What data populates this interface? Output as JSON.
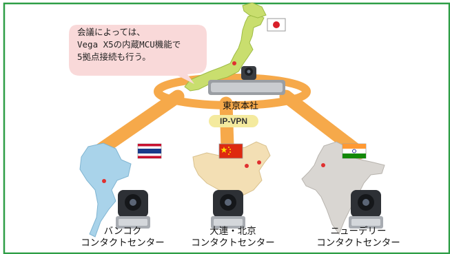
{
  "bubble": {
    "lines": [
      "会議によっては、",
      "Vega X5の内蔵MCU機能で",
      "5拠点接続も行う。"
    ]
  },
  "hq": {
    "label": "東京本社"
  },
  "network": {
    "label": "IP-VPN"
  },
  "sites": [
    {
      "line1": "バンコク",
      "line2": "コンタクトセンター"
    },
    {
      "line1": "大連・北京",
      "line2": "コンタクトセンター"
    },
    {
      "line1": "ニューデリー",
      "line2": "コンタクトセンター"
    }
  ],
  "colors": {
    "frame": "#2e9e46",
    "ring": "#f6a94a",
    "bubble": "#f9d9d9",
    "japan": "#c9de6e",
    "thailand": "#a9d3ea",
    "china": "#f3dfb4",
    "india": "#d9d6d2",
    "vpn": "#f4ea9e"
  }
}
